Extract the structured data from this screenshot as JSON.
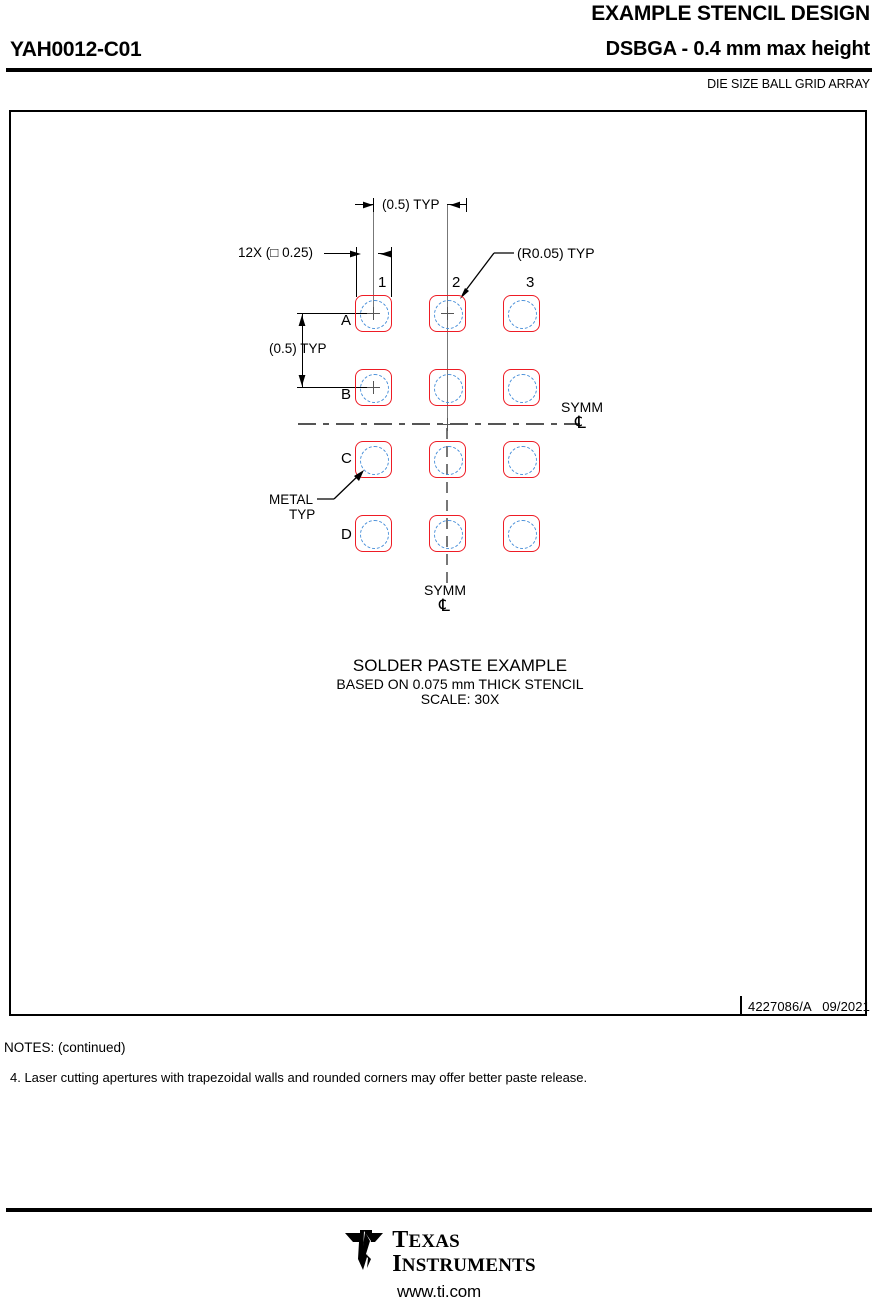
{
  "header": {
    "title": "EXAMPLE STENCIL DESIGN",
    "part_number": "YAH0012-C01",
    "package_spec": "DSBGA - 0.4 mm max height",
    "package_family": "DIE SIZE BALL GRID ARRAY"
  },
  "drawing": {
    "doc_number": "4227086/A   09/2021",
    "dimensions": {
      "aperture_count": "12X (□ 0.25)",
      "pitch_horizontal": "(0.5) TYP",
      "pitch_vertical": "(0.5) TYP",
      "corner_radius": "(R0.05) TYP"
    },
    "annotations": {
      "metal": "METAL",
      "metal_typ": "TYP",
      "symm_right": "SYMM",
      "symm_bottom": "SYMM",
      "centerline_symbol": "℄"
    },
    "grid": {
      "columns": [
        "1",
        "2",
        "3"
      ],
      "rows": [
        "A",
        "B",
        "C",
        "D"
      ],
      "pad_count": 12,
      "colors": {
        "aperture_outline": "#ee1c25",
        "solder_ball": "#4a90d9",
        "centerline": "#777777"
      }
    },
    "caption": {
      "title": "SOLDER PASTE EXAMPLE",
      "subtitle": "BASED ON 0.075 mm THICK STENCIL",
      "scale": "SCALE: 30X"
    }
  },
  "notes": {
    "heading": "NOTES: (continued)",
    "items": [
      "4. Laser cutting apertures with trapezoidal walls and rounded corners may offer better paste release."
    ]
  },
  "footer": {
    "logo_line1": "TEXAS",
    "logo_line2": "INSTRUMENTS",
    "url": "www.ti.com"
  }
}
